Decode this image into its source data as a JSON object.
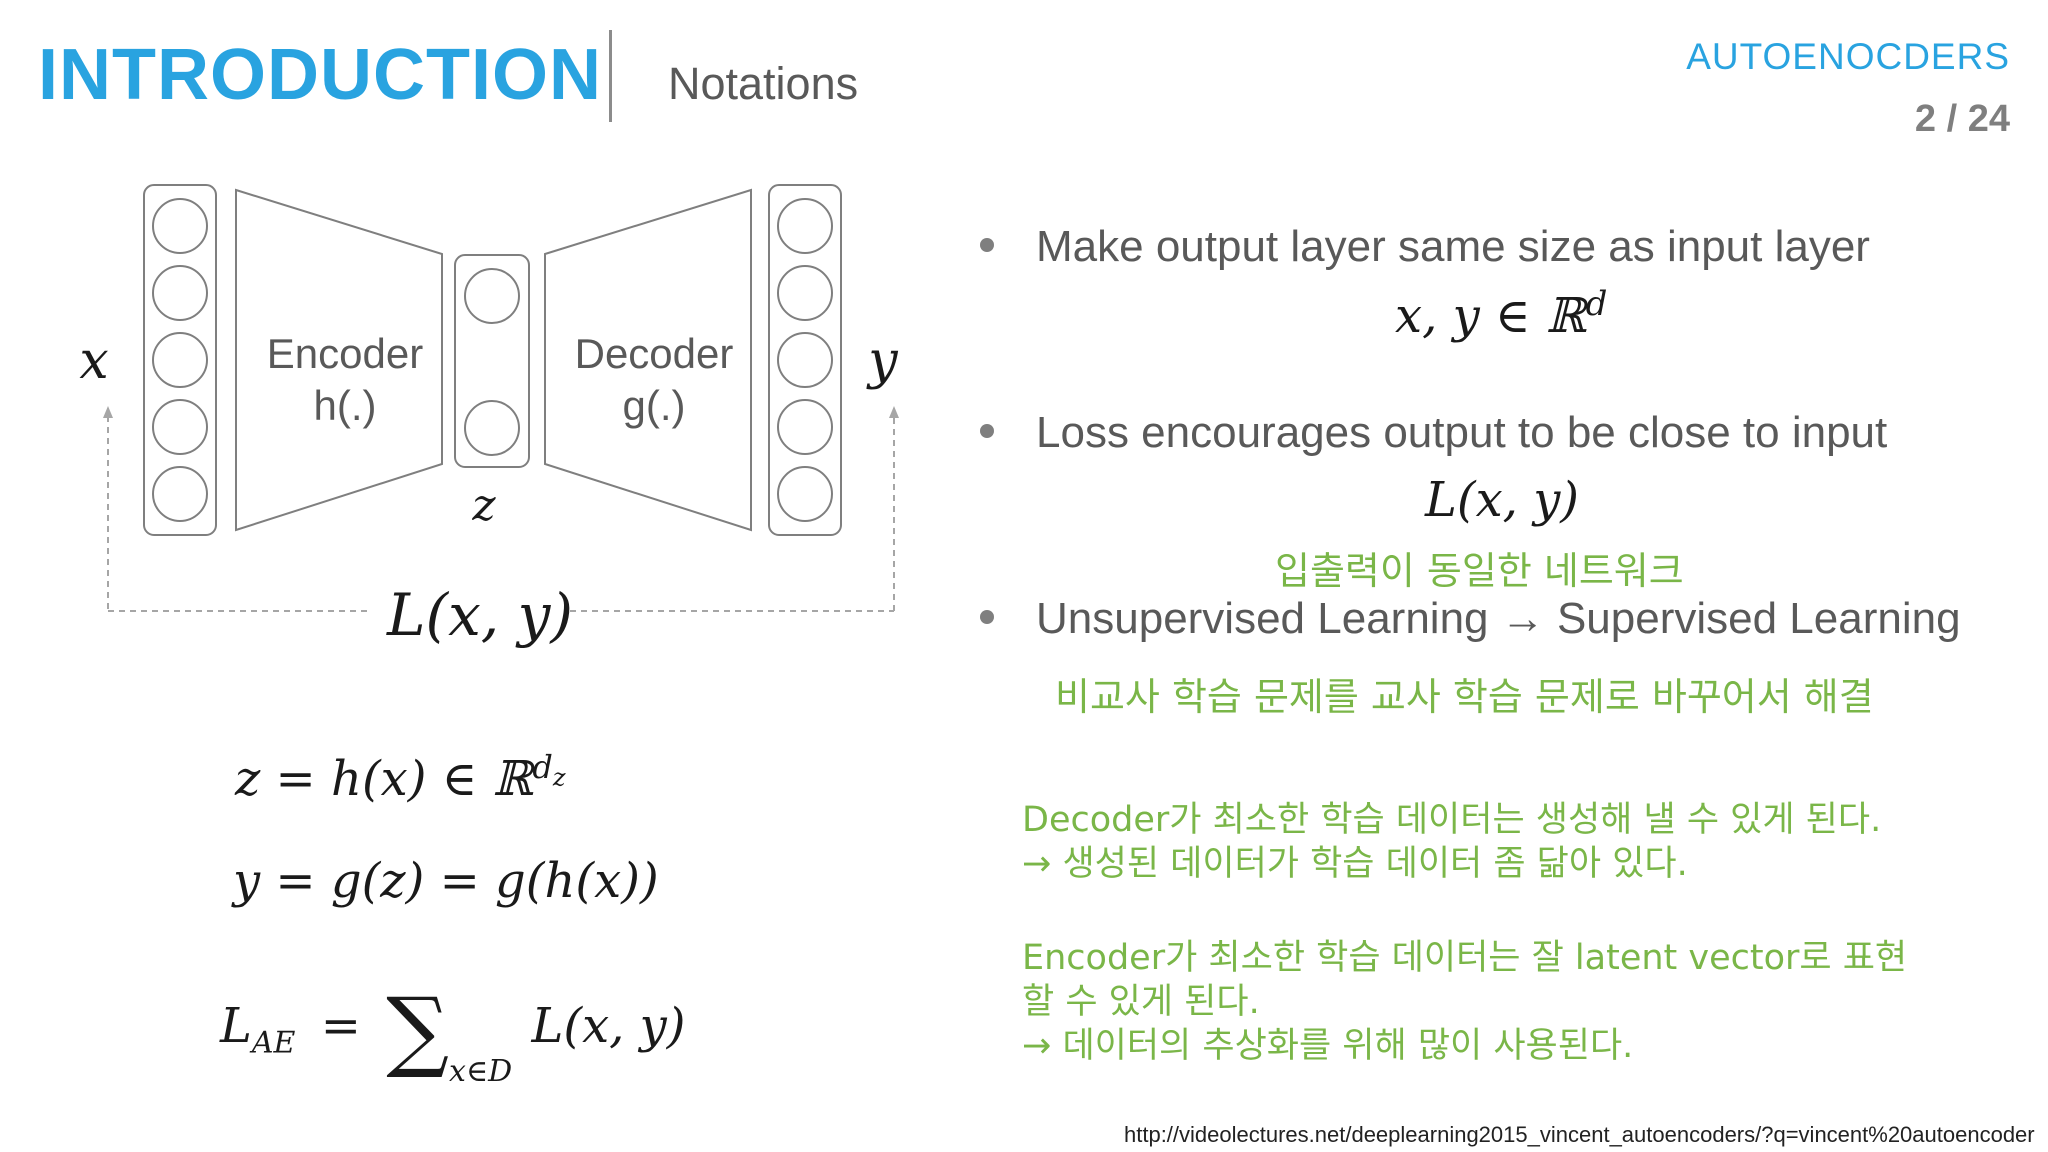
{
  "header": {
    "title": "INTRODUCTION",
    "subtitle": "Notations",
    "deck_title": "AUTOENOCDERS",
    "page_number": "2 / 24"
  },
  "diagram": {
    "input_label": "x",
    "output_label": "y",
    "latent_label": "z",
    "encoder_name": "Encoder",
    "encoder_fn": "h(.)",
    "decoder_name": "Decoder",
    "decoder_fn": "g(.)",
    "loss_label": "L(x, y)"
  },
  "equations": {
    "z_def": "z = h(x) ∈ ℝ",
    "z_sup": "d",
    "z_sub": "z",
    "y_def": "y = g(z) = g(h(x))",
    "loss_lhs": "L",
    "loss_lhs_sub": "AE",
    "loss_eq": "=",
    "loss_sum": "∑",
    "loss_sum_sub": "x∈D",
    "loss_term": "L(x, y)"
  },
  "bullets": [
    {
      "text": "Make output layer same size as input layer",
      "math": "x, y ∈ ℝ",
      "math_sup": "d"
    },
    {
      "text": "Loss encourages output to be close to input",
      "math": "L(x, y)",
      "note": "입출력이 동일한 네트워크"
    },
    {
      "text": "Unsupervised Learning → Supervised Learning",
      "note": "비교사 학습 문제를 교사 학습 문제로 바꾸어서 해결"
    }
  ],
  "notes": {
    "decoder_line1": "Decoder가 최소한 학습 데이터는 생성해 낼 수 있게 된다.",
    "decoder_line2": "→ 생성된 데이터가 학습 데이터 좀 닮아 있다.",
    "encoder_line1": "Encoder가 최소한 학습 데이터는 잘 latent vector로 표현",
    "encoder_line2": "할 수 있게 된다.",
    "encoder_line3": "→ 데이터의 추상화를 위해 많이 사용된다."
  },
  "source_url": "http://videolectures.net/deeplearning2015_vincent_autoencoders/?q=vincent%20autoencoder",
  "colors": {
    "accent_blue": "#29a3e0",
    "note_green": "#7ab648",
    "text_gray": "#595959"
  }
}
